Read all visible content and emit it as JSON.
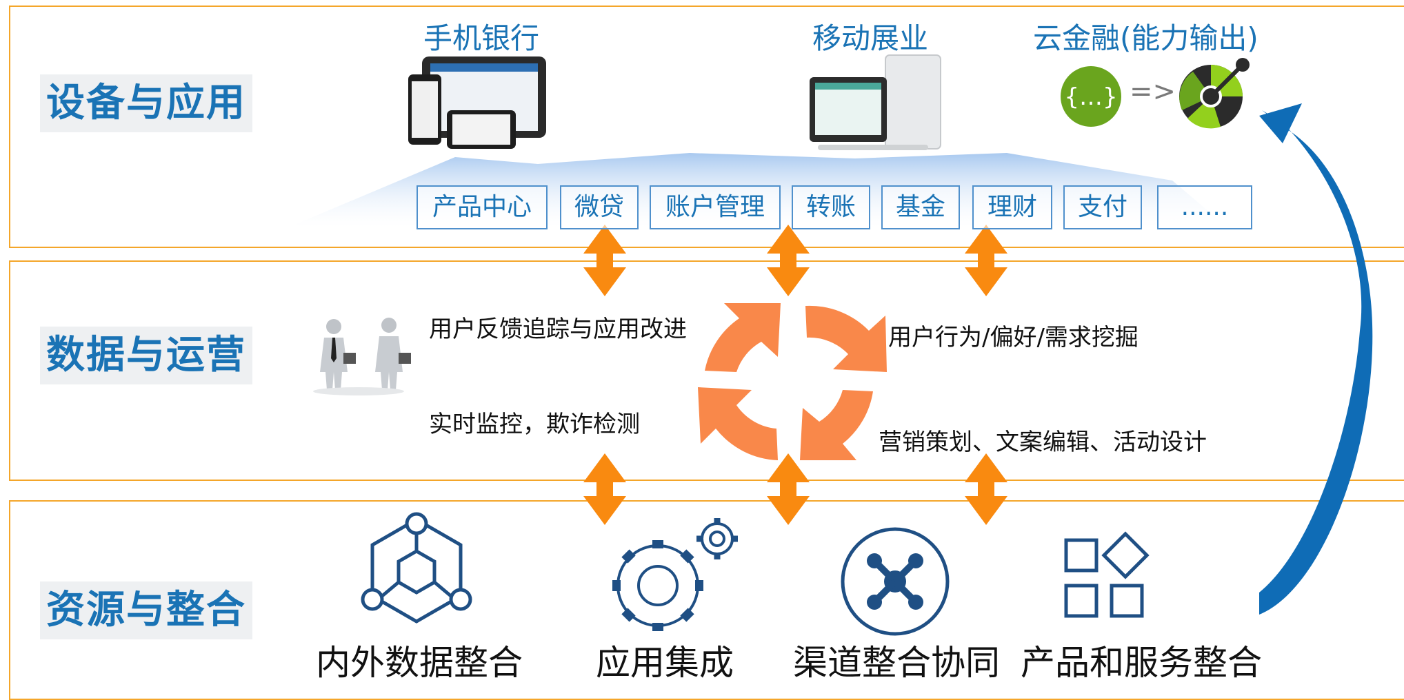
{
  "layers": {
    "devices": "设备与应用",
    "data_ops": "数据与运营",
    "resources": "资源与整合"
  },
  "channels": {
    "mobile_banking": "手机银行",
    "mobile_sales": "移动展业",
    "cloud_finance": "云金融(能力输出)",
    "arrow_text": "=>"
  },
  "services": [
    "产品中心",
    "微贷",
    "账户管理",
    "转账",
    "基金",
    "理财",
    "支付",
    "......"
  ],
  "operations": {
    "feedback": "用户反馈追踪与应用改进",
    "behavior": "用户行为/偏好/需求挖掘",
    "monitoring": "实时监控，欺诈检测",
    "marketing": "营销策划、文案编辑、活动设计"
  },
  "resources": {
    "data": "内外数据整合",
    "app": "应用集成",
    "channel": "渠道整合协同",
    "product": "产品和服务整合"
  },
  "colors": {
    "accent_blue": "#1a73b5",
    "band_border": "#f4a62a",
    "arrow_orange": "#f98a10",
    "cycle_orange": "#f9884a",
    "dark_blue": "#1f4f84"
  }
}
